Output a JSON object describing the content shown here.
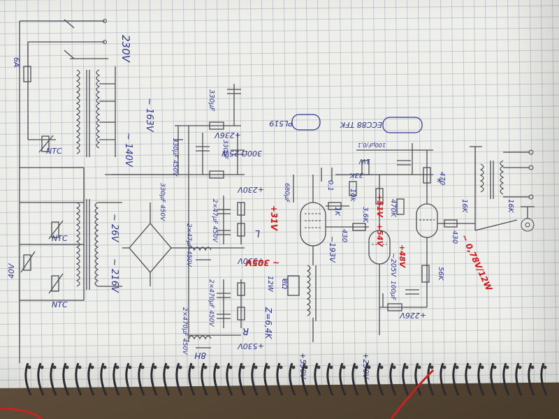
{
  "labels": {
    "mains": "230V",
    "fuse": "6A",
    "ntc": "NTC",
    "v163": "~ 163V",
    "v140": "~ 140V",
    "v26": "~ 26V",
    "v216": "~ 216V",
    "v40": "40V",
    "cap_330_450": "330µF 450V",
    "cap_330_350": "330µF",
    "cap_330_tall": "330µF",
    "plus236": "+236V",
    "plus230": "+230V",
    "cap_2x47": "2×47µF 450V",
    "cap_330b": "330µF 450V",
    "l_choke": "L",
    "plus530": "+530V",
    "cap_2x470": "2×470µF 450V",
    "r_label": "R",
    "plus530b": "+530V",
    "choke_8h": "8H",
    "tube_pl519": "PL519",
    "tube_ecc88": "ECC88 TFK",
    "res_300": "300Ω 25W",
    "cap_680": "680µF",
    "res_01": "0,1",
    "res_10k": "10k",
    "res_33k": "33K",
    "res_1w": "1W",
    "red_31v": "+31V",
    "r_1k": "1K",
    "r_36k": "3,6K",
    "r_470k": "470K",
    "red_51v": "+51V",
    "red_54v": "+54V",
    "r_430": "430",
    "red_193v": "~193V",
    "cap_100n": "100µF/0,1",
    "r_470": "470",
    "star": "*",
    "red_48v": "+48V",
    "red_205v": "~205V",
    "r_56k": "56K",
    "cap_100uf": "100µF",
    "plus226": "+226V",
    "red_305v": "~ 305V",
    "r_8": "8Ω",
    "r_12w": "12W",
    "z_label": "Z=6,4K",
    "plus230b": "+230V",
    "plus530c": "+530V",
    "r_16k_a": "16K",
    "r_16k_b": "16K",
    "r_430b": "430",
    "red_out": "~ 0,78V/12W"
  }
}
